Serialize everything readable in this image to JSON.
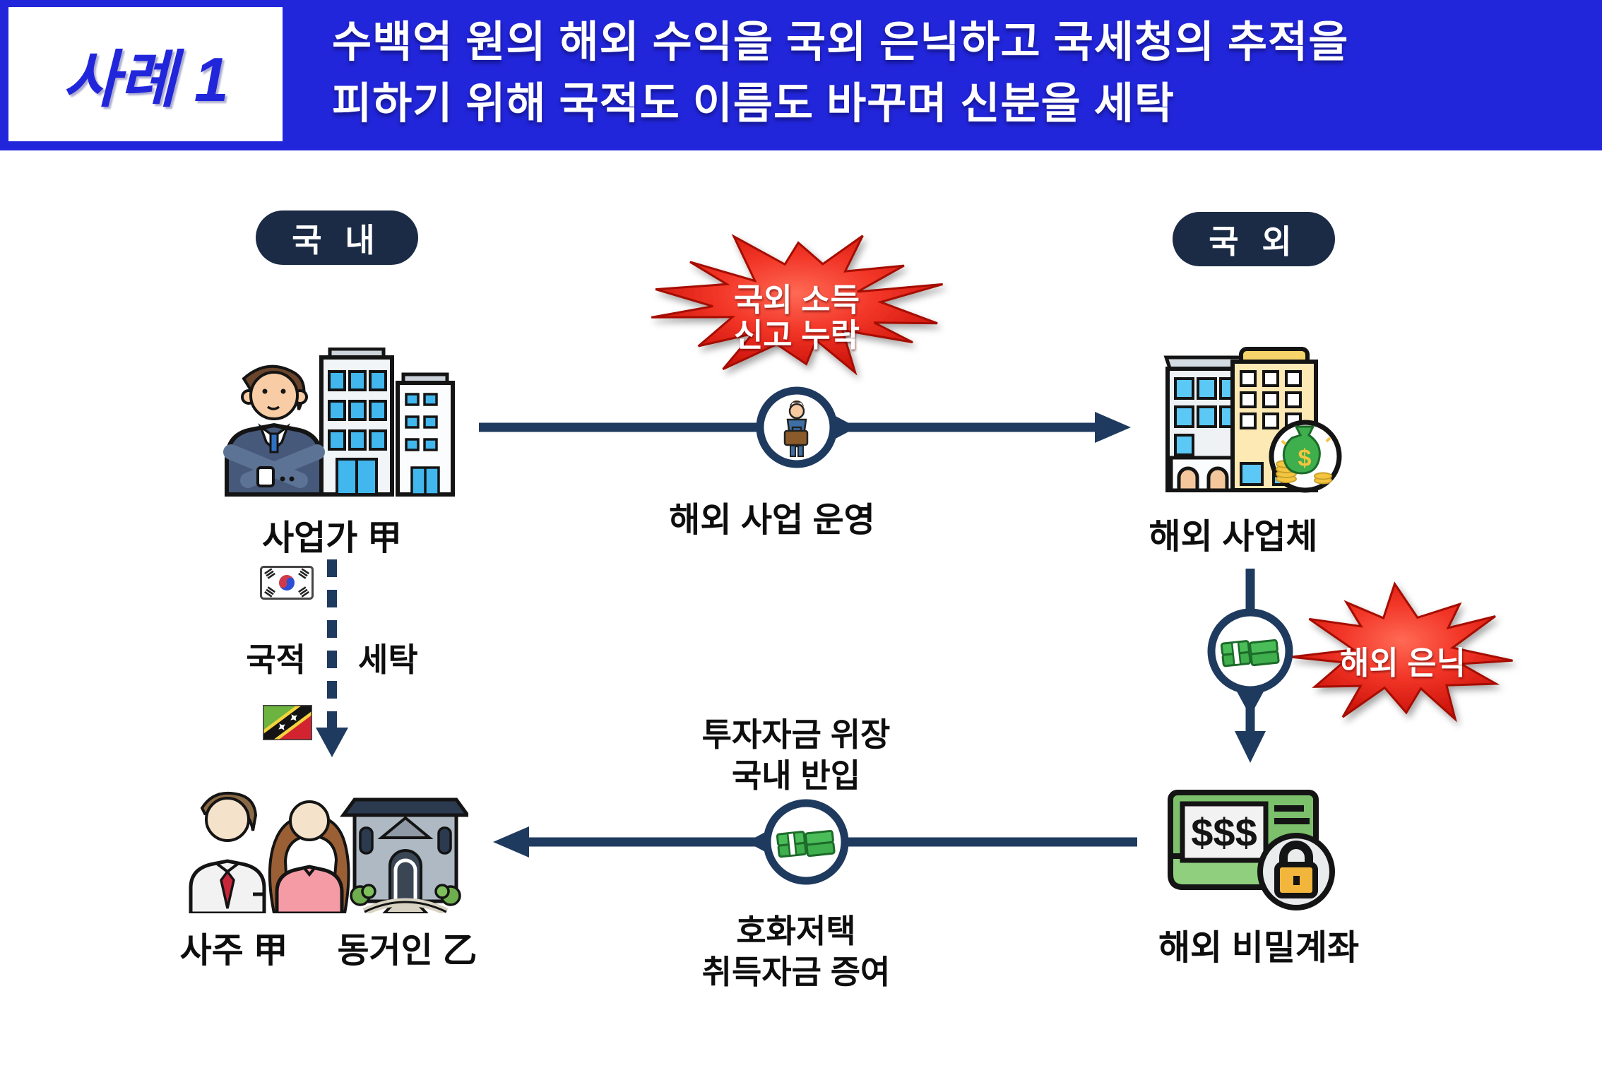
{
  "header": {
    "case_label": "사례 1",
    "title_line1": "수백억 원의 해외 수익을 국외 은닉하고 국세청의 추적을",
    "title_line2": "피하기 위해 국적도 이름도 바꾸며 신분을 세탁"
  },
  "regions": {
    "domestic": "국 내",
    "overseas": "국 외"
  },
  "nodes": {
    "businessman": {
      "label": "사업가 甲"
    },
    "overseas_company": {
      "label": "해외 사업체",
      "badge_text": "$"
    },
    "secret_account": {
      "label": "해외 비밀계좌",
      "card_text": "$$$"
    },
    "family": {
      "owner_label": "사주 甲",
      "partner_label": "동거인 乙"
    }
  },
  "flows": {
    "overseas_business": {
      "label": "해외 사업 운영",
      "direction": "right"
    },
    "nationality_laundering": {
      "label_left": "국적",
      "label_right": "세탁",
      "direction": "down"
    },
    "offshore_hiding": {
      "direction": "down"
    },
    "repatriation": {
      "top_label_line1": "투자자금 위장",
      "top_label_line2": "국내 반입",
      "bottom_label_line1": "호화저택",
      "bottom_label_line2": "취득자금 증여",
      "direction": "left"
    }
  },
  "alerts": {
    "unreported_income": {
      "line1": "국외 소득",
      "line2": "신고 누락"
    },
    "offshore_hiding": {
      "line1": "해외 은닉"
    }
  },
  "icons": {
    "businessman-building-icon": "🏢",
    "overseas-building-money-icon": "🏦",
    "money-bag-badge-icon": "💰",
    "briefcase-man-icon": "💼",
    "cash-bundle-icon": "💵",
    "korea-flag-icon": "🇰🇷",
    "saint-kitts-nevis-flag-icon": "🇰🇳",
    "couple-mansion-icon": "🏛",
    "passbook-lock-icon": "🔒"
  },
  "colors": {
    "banner_blue": "#2226DB",
    "arrow_navy": "#1F3A5F",
    "pill_navy": "#1B2B45",
    "alert_red": "#E8180C",
    "money_green": "#3FAE4C",
    "text_black": "#0E0E0E"
  }
}
